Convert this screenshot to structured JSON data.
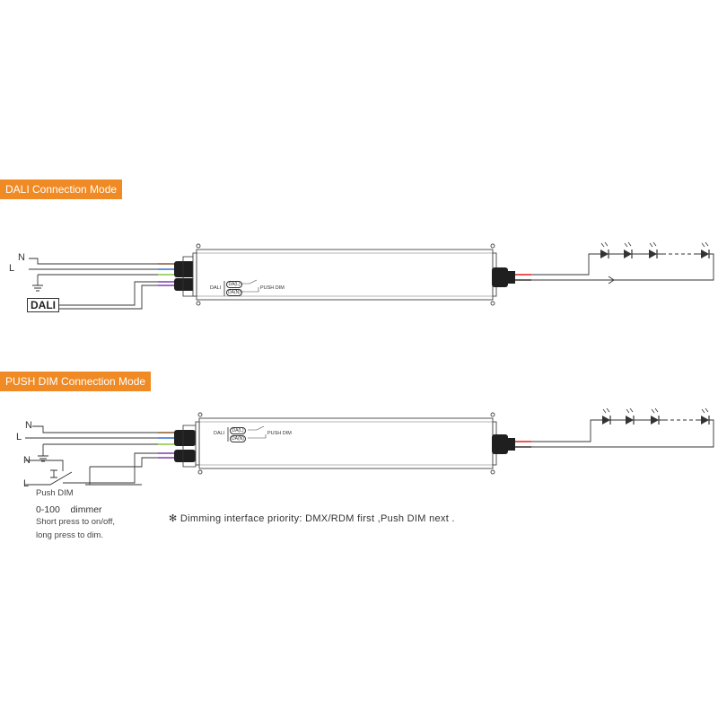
{
  "sections": {
    "dali": {
      "title": "DALI Connection Mode",
      "input_labels": [
        "N",
        "L"
      ],
      "dali_box_label": "DALI",
      "driver": {
        "label": "DALI",
        "terminals": [
          "DA(L)",
          "DA(N)"
        ],
        "push_label": "PUSH DIM"
      }
    },
    "push": {
      "title": "PUSH DIM Connection Mode",
      "input_labels": [
        "N",
        "L",
        "N",
        "L"
      ],
      "driver": {
        "label": "DALI",
        "terminals": [
          "DA(L)",
          "DA(N)"
        ],
        "push_label": "PUSH DIM"
      },
      "switch_label": "Push DIM",
      "dimmer_label": "0-100    dimmer",
      "instructions": [
        "Short press to on/off,",
        "long press to dim."
      ]
    }
  },
  "note": "Dimming interface priority: DMX/RDM first ,Push DIM next .",
  "note_symbol": "✻",
  "colors": {
    "accent": "#f08a24",
    "line": "#333333",
    "wire_brown": "#8b5a2b",
    "wire_blue": "#2f6fd6",
    "wire_green_yellow": "#8cc63f",
    "wire_purple": "#7b3fa8",
    "wire_red": "#e02020"
  }
}
